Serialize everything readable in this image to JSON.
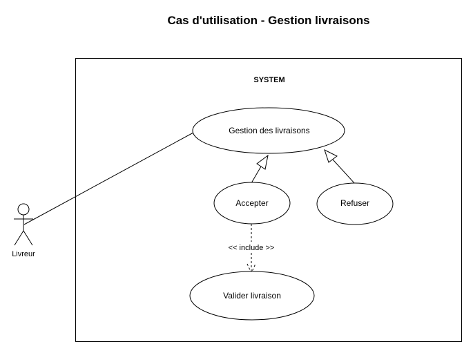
{
  "diagram": {
    "title": "Cas d'utilisation - Gestion livraisons",
    "system_label": "SYSTEM",
    "actor": {
      "label": "Livreur"
    },
    "use_cases": {
      "gestion": "Gestion des livraisons",
      "accepter": "Accepter",
      "refuser": "Refuser",
      "valider": "Valider livraison"
    },
    "include_label": "<< include >>"
  }
}
